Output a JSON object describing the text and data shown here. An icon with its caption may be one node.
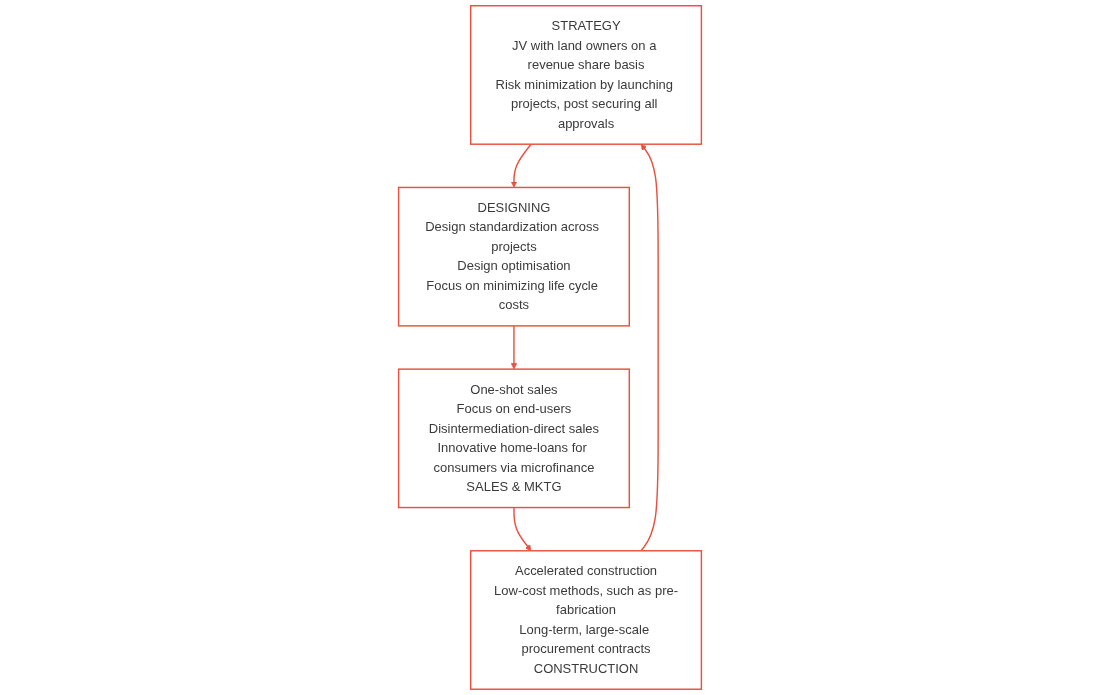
{
  "diagram": {
    "nodes": [
      {
        "text": [
          "STRATEGY",
          "JV with land owners on a revenue share basis",
          "Risk minimization by launching projects, post securing all approvals"
        ]
      },
      {
        "text": [
          "DESIGNING",
          "Design standardization across projects",
          "Design optimisation",
          "Focus on minimizing life cycle costs"
        ]
      },
      {
        "text": [
          "Accelerated construction",
          "Low-cost methods, such as pre-fabrication",
          "Long-term, large-scale procurement contracts",
          "CONSTRUCTION"
        ]
      },
      {
        "text": [
          "One-shot sales",
          "Focus on end-users",
          "Disintermediation-direct sales",
          "Innovative home-loans for consumers via microfinance",
          "SALES & MKTG"
        ]
      }
    ],
    "edges": [
      {
        "from": 0,
        "to": 1,
        "arrow": "to"
      },
      {
        "from": 1,
        "to": 3,
        "arrow": "to"
      },
      {
        "from": 3,
        "to": 2,
        "arrow": "to"
      },
      {
        "from": 2,
        "to": 0,
        "arrow": "to"
      }
    ]
  }
}
